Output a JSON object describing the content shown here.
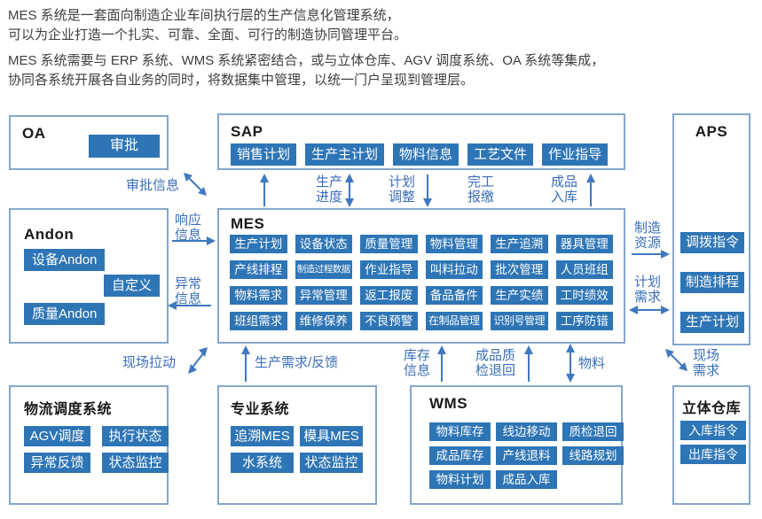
{
  "intro": {
    "lines": [
      "MES 系统是一套面向制造企业车间执行层的生产信息化管理系统，",
      "可以为企业打造一个扎实、可靠、全面、可行的制造协同管理平台。",
      "MES 系统需要与 ERP 系统、WMS 系统紧密结合，或与立体仓库、AGV 调度系统、OA 系统等集成，",
      "协同各系统开展各自业务的同时，将数据集中管理，以统一门户呈现到管理层。"
    ]
  },
  "boxes": {
    "oa": {
      "title": "OA",
      "chips": [
        "审批"
      ]
    },
    "sap": {
      "title": "SAP",
      "chips": [
        "销售计划",
        "生产主计划",
        "物料信息",
        "工艺文件",
        "作业指导"
      ]
    },
    "aps": {
      "title": "APS",
      "chips": [
        "调拨指令",
        "制造排程",
        "生产计划"
      ]
    },
    "andon": {
      "title": "Andon",
      "chips": [
        "设备Andon",
        "自定义",
        "质量Andon"
      ]
    },
    "mes": {
      "title": "MES",
      "chips": [
        "生产计划",
        "设备状态",
        "质量管理",
        "物料管理",
        "生产追溯",
        "器具管理",
        "产线排程",
        "制造过程数据",
        "作业指导",
        "叫料拉动",
        "批次管理",
        "人员班组",
        "物料需求",
        "异常管理",
        "返工报废",
        "备品备件",
        "生产实绩",
        "工时绩效",
        "班组需求",
        "维修保养",
        "不良预警",
        "在制品管理",
        "识别号管理",
        "工序防错"
      ]
    },
    "logistics": {
      "title": "物流调度系统",
      "chips": [
        "AGV调度",
        "执行状态",
        "异常反馈",
        "状态监控"
      ]
    },
    "specialty": {
      "title": "专业系统",
      "chips": [
        "追溯MES",
        "模具MES",
        "水系统",
        "状态监控"
      ]
    },
    "wms": {
      "title": "WMS",
      "chips": [
        "物料库存",
        "线边移动",
        "质检退回",
        "成品库存",
        "产线退料",
        "线路规划",
        "物料计划",
        "成品入库"
      ]
    },
    "warehouse": {
      "title": "立体仓库",
      "chips": [
        "入库指令",
        "出库指令"
      ]
    }
  },
  "labels": {
    "approval_info": "审批信息",
    "production_progress": "生产\n进度",
    "plan_adjust": "计划\n调整",
    "completion_report": "完工\n报缴",
    "finished_goods_in": "成品\n入库",
    "response_info": "响应\n信息",
    "abnormal_info": "异常\n信息",
    "mfg_resource": "制造\n资源",
    "plan_demand": "计划\n需求",
    "site_pull": "现场拉动",
    "prod_demand": "生产需求/反馈",
    "inventory_info": "库存\n信息",
    "quality_return": "成品质\n检退回",
    "material": "物料",
    "site_demand": "现场\n需求"
  },
  "colors": {
    "chip_blue": "#2e75b6",
    "box_border": "#85a7cc",
    "arrow_blue": "#3f78c0",
    "label_blue": "#3a6db8",
    "body_text": "#3e3e3e"
  }
}
